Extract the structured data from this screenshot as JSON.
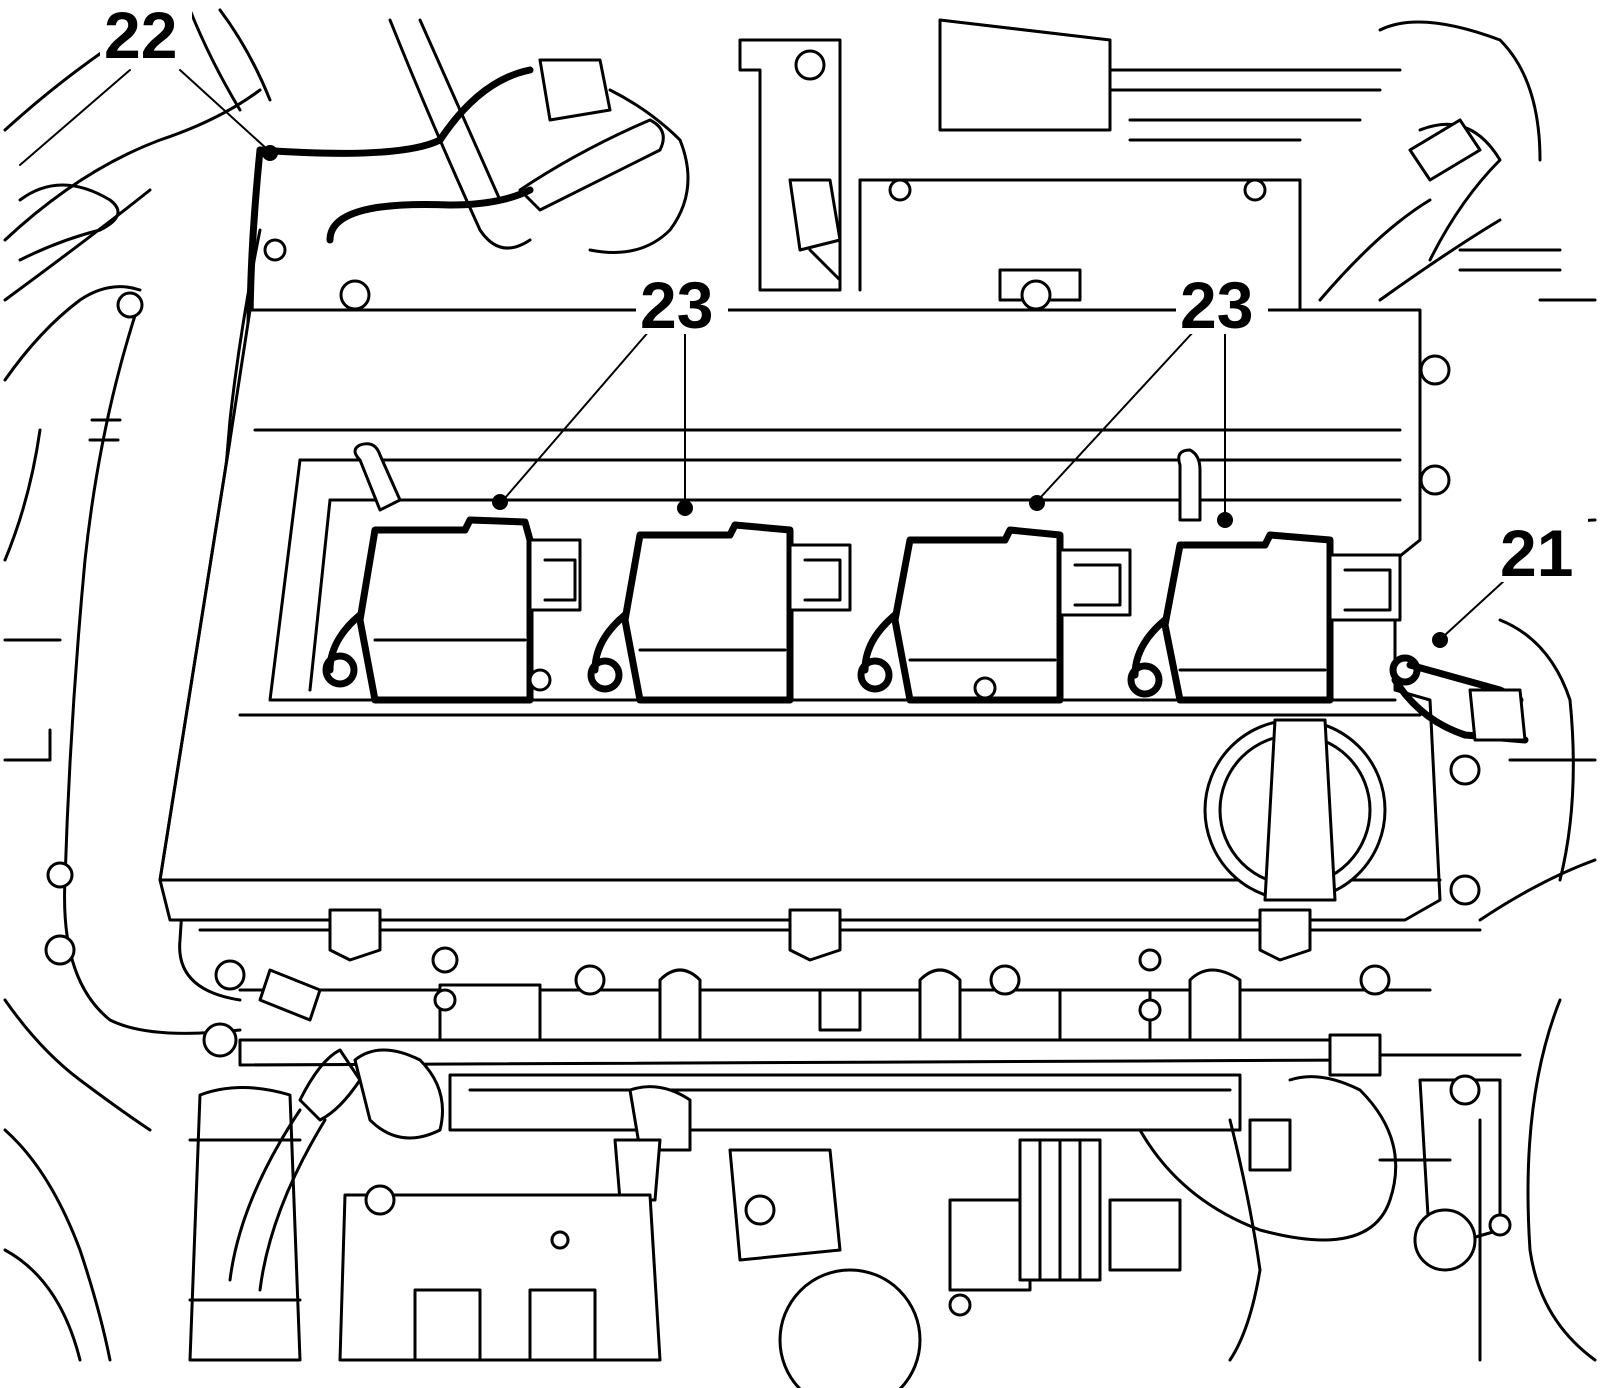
{
  "callouts": {
    "label_22": "22",
    "label_23a": "23",
    "label_23b": "23",
    "label_21": "21"
  },
  "colors": {
    "line": "#000000",
    "background": "#ffffff"
  }
}
